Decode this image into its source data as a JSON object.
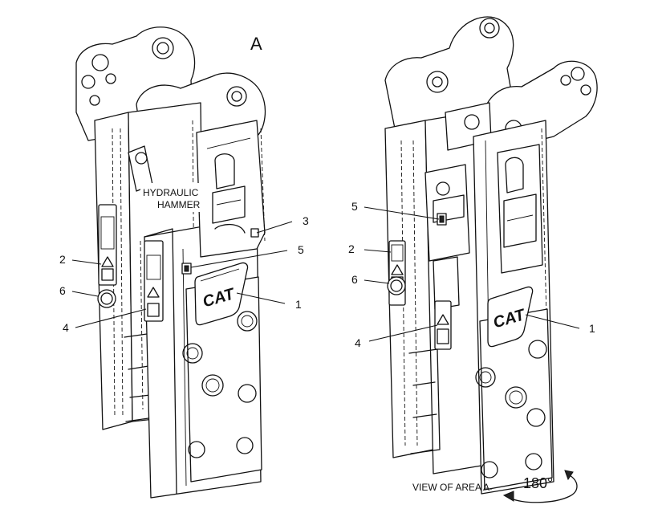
{
  "view_label": "A",
  "component_label_line1": "HYDRAULIC",
  "component_label_line2": "HAMMER",
  "view_caption": "VIEW OF AREA A",
  "rotation": "180°",
  "logo_text": "CAT",
  "callouts_left": [
    "1",
    "2",
    "3",
    "4",
    "5",
    "6"
  ],
  "callouts_right": [
    "1",
    "2",
    "4",
    "5",
    "6"
  ]
}
